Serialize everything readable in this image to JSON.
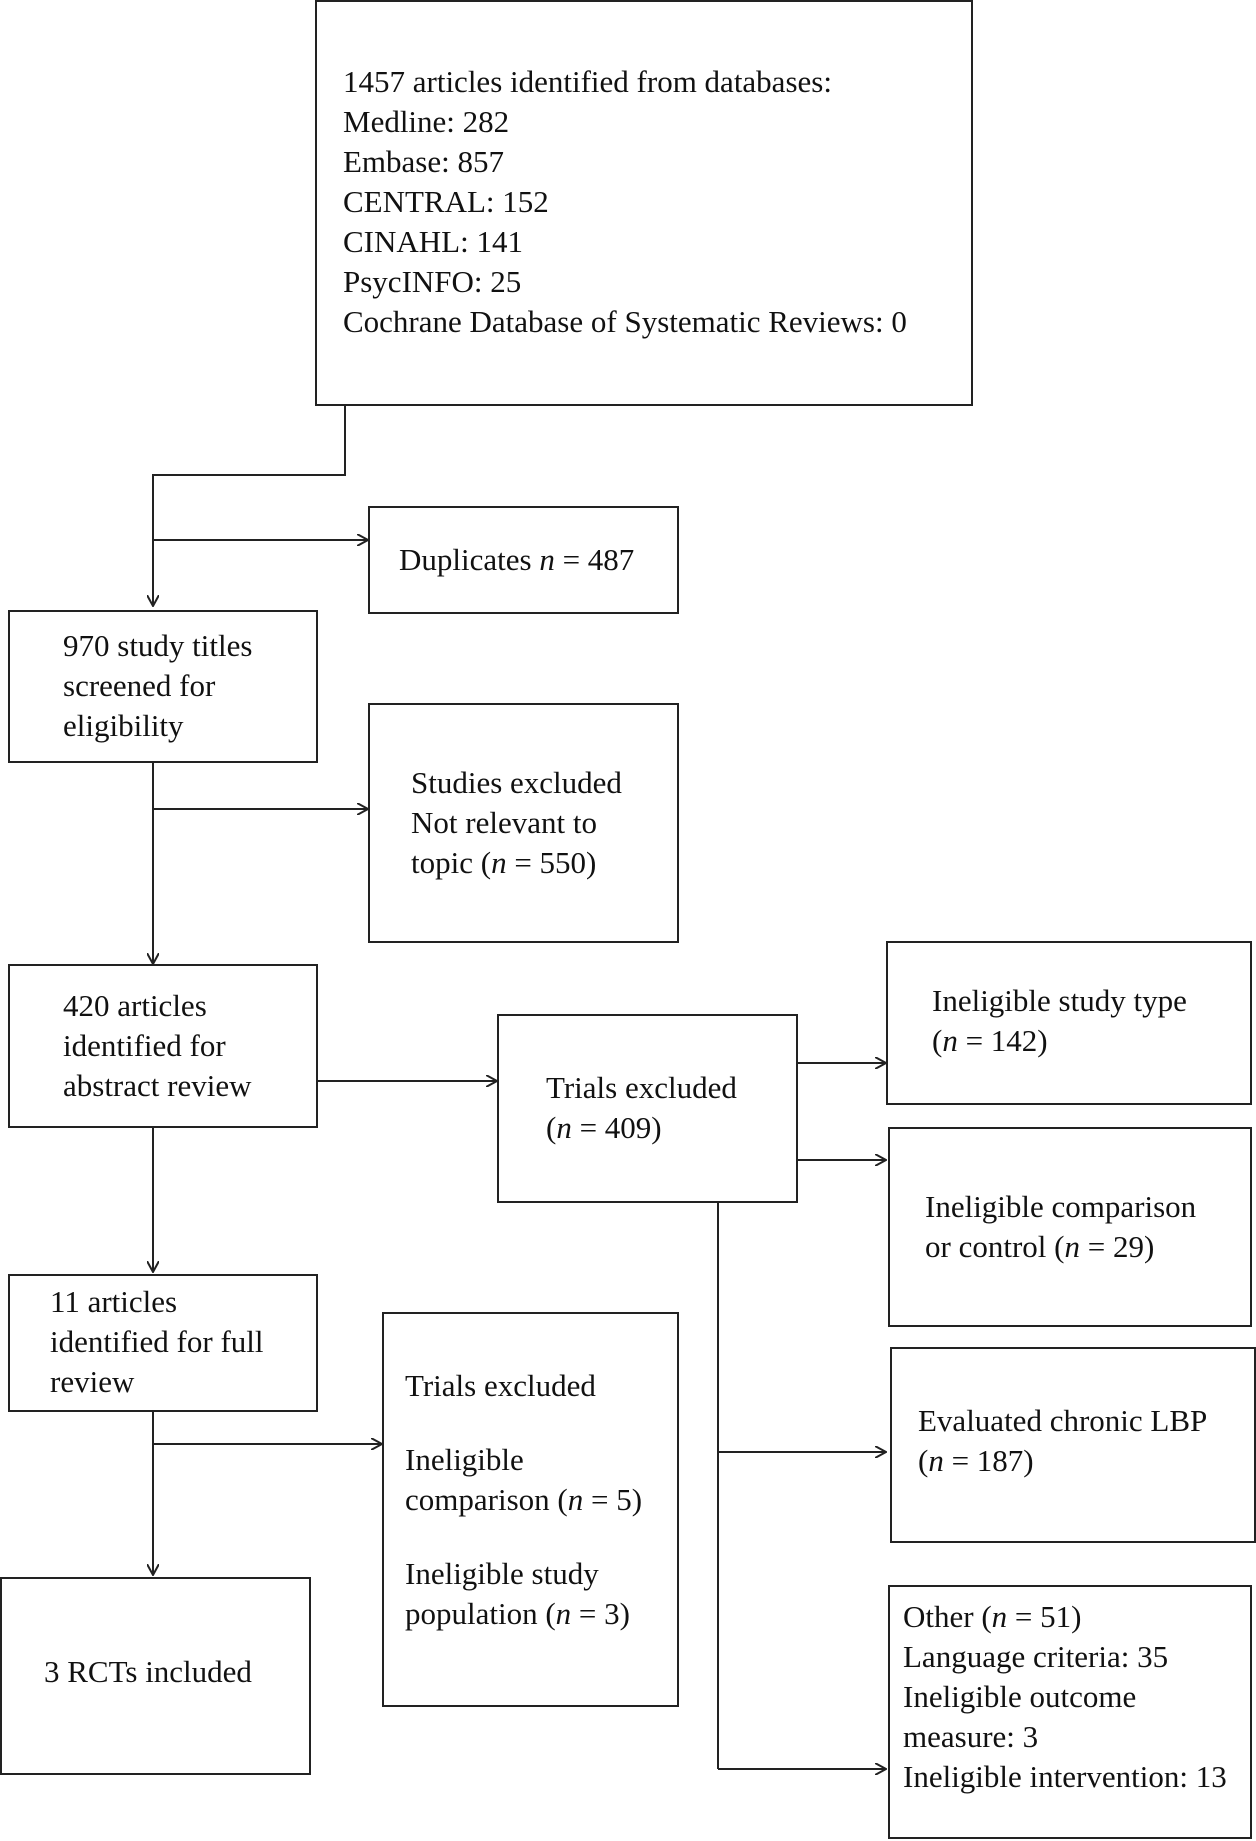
{
  "boxes": {
    "databases": {
      "lines": [
        "1457 articles identified from databases:",
        "Medline: 282",
        "Embase: 857",
        "CENTRAL: 152",
        "CINAHL: 141",
        "PsycINFO: 25",
        "Cochrane Database of Systematic Reviews: 0"
      ]
    },
    "duplicates": {
      "prefix": "Duplicates ",
      "n_symbol": "n",
      "suffix": " = 487"
    },
    "screened": {
      "lines": [
        "970 study titles",
        "screened for",
        "eligibility"
      ]
    },
    "excluded_topic": {
      "line1": "Studies excluded",
      "line2": "Not relevant to",
      "line3_prefix": "topic (",
      "n_symbol": "n",
      "line3_suffix": " = 550)"
    },
    "abstract_review": {
      "lines": [
        "420 articles",
        "identified for",
        "abstract review"
      ]
    },
    "trials_excluded_abstract": {
      "line1": "Trials excluded",
      "line2_prefix": "(",
      "n_symbol": "n",
      "line2_suffix": " = 409)"
    },
    "ineligible_study_type": {
      "line1": "Ineligible study type",
      "line2_prefix": "(",
      "n_symbol": "n",
      "line2_suffix": " = 142)"
    },
    "ineligible_comparison_control": {
      "line1": "Ineligible comparison",
      "line2_prefix": "or control (",
      "n_symbol": "n",
      "line2_suffix": " = 29)"
    },
    "chronic_lbp": {
      "line1": "Evaluated chronic LBP",
      "line2_prefix": "(",
      "n_symbol": "n",
      "line2_suffix": " = 187)"
    },
    "other": {
      "line1_prefix": "Other (",
      "n_symbol": "n",
      "line1_suffix": " = 51)",
      "line2": "Language criteria: 35",
      "line3": "Ineligible outcome",
      "line4": "measure: 3",
      "line5": "Ineligible intervention: 13"
    },
    "full_review": {
      "lines": [
        "11 articles",
        "identified for full",
        "review"
      ]
    },
    "trials_excluded_full": {
      "heading": "Trials excluded",
      "item1_line1": "Ineligible",
      "item1_line2_prefix": "comparison (",
      "item1_n_symbol": "n",
      "item1_line2_suffix": " = 5)",
      "item2_line1": "Ineligible study",
      "item2_line2_prefix": "population (",
      "item2_n_symbol": "n",
      "item2_line2_suffix": " = 3)"
    },
    "rcts_included": {
      "label": "3 RCTs included"
    }
  }
}
